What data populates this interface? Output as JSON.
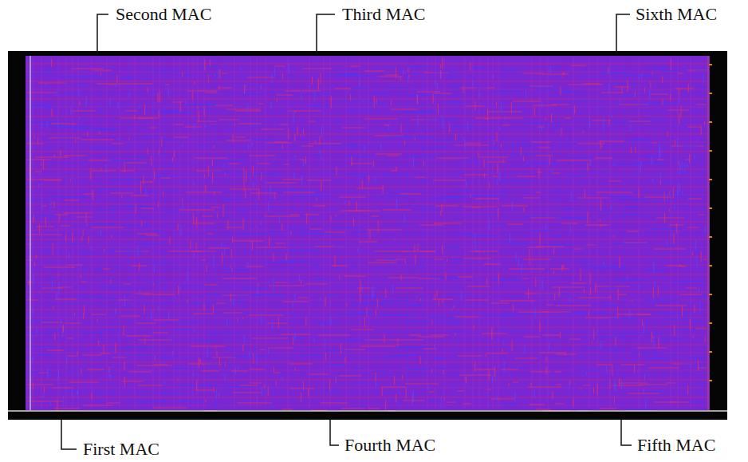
{
  "diagram": {
    "labels": [
      "Second MAC",
      "Third MAC",
      "Sixth MAC",
      "First MAC",
      "Fourth MAC",
      "Fifth MAC"
    ]
  }
}
